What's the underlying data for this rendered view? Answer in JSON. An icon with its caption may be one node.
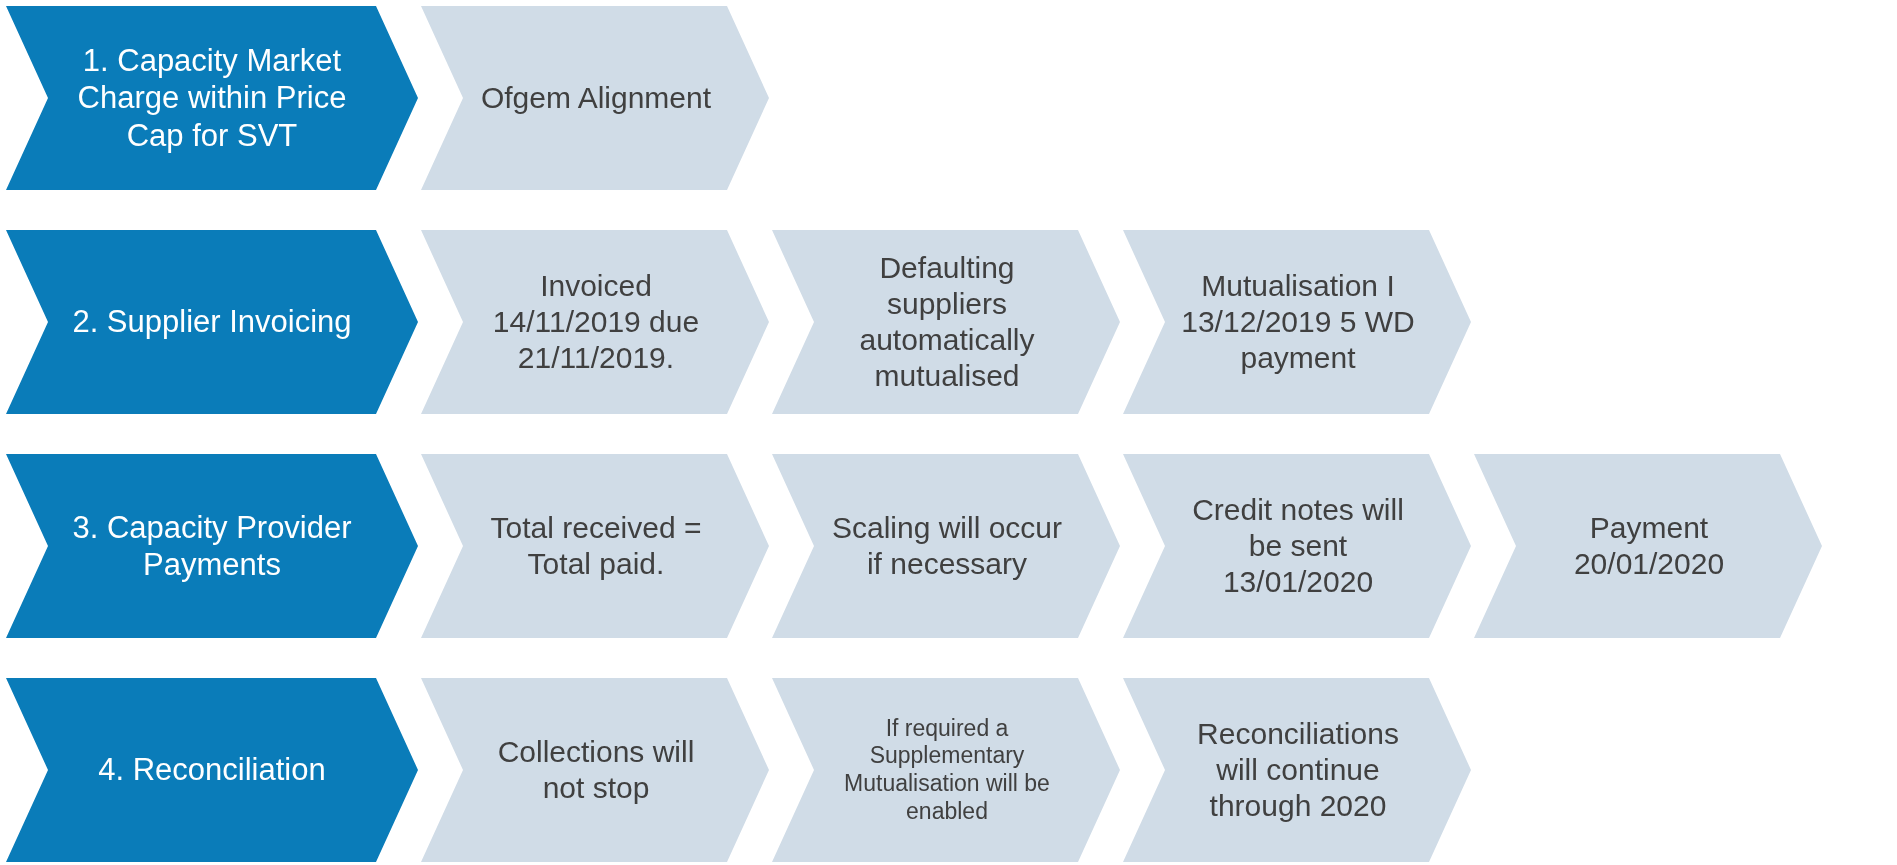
{
  "diagram": {
    "nodes": [
      {
        "text": [
          "1. Capacity Market Charge within Price Cap for SVT"
        ]
      },
      {
        "text": [
          "Ofgem Alignment"
        ]
      },
      {
        "text": [
          "2. Supplier Invoicing"
        ]
      },
      {
        "text": [
          "Invoiced 14/11/2019 due 21/11/2019."
        ]
      },
      {
        "text": [
          "Defaulting suppliers automatically mutualised"
        ]
      },
      {
        "text": [
          "Mutualisation I 13/12/2019 5 WD payment"
        ]
      },
      {
        "text": [
          "3. Capacity Provider Payments"
        ]
      },
      {
        "text": [
          "Total received = Total paid."
        ]
      },
      {
        "text": [
          "Scaling will occur if necessary"
        ]
      },
      {
        "text": [
          "Credit notes will be sent 13/01/2020"
        ]
      },
      {
        "text": [
          "Payment 20/01/2020"
        ]
      },
      {
        "text": [
          "4. Reconciliation"
        ]
      },
      {
        "text": [
          "Collections will not stop"
        ]
      },
      {
        "text": [
          "If required a Supplementary Mutualisation will be enabled"
        ]
      },
      {
        "text": [
          "Reconciliations will continue through 2020"
        ]
      }
    ]
  }
}
